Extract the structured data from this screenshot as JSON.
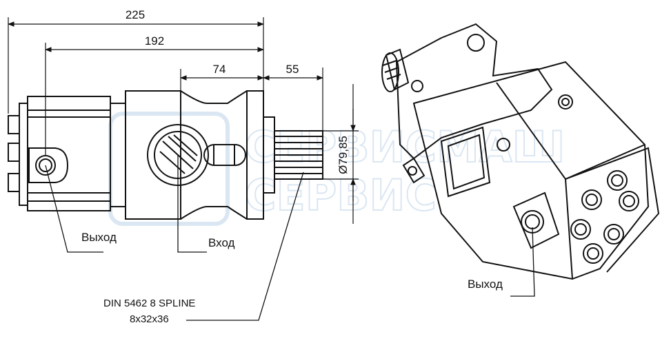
{
  "dimensions": {
    "overall_length": "225",
    "flange_to_outlet": "192",
    "flange_to_inlet": "74",
    "shaft_length": "55",
    "shaft_diameter": "Ø79,85"
  },
  "labels": {
    "outlet_left": "Выход",
    "inlet": "Вход",
    "outlet_right": "Выход",
    "spline_line1": "DIN 5462 8 SPLINE",
    "spline_line2": "8x32x36"
  },
  "watermark": {
    "line1": "СЕРВИСМАШ",
    "line2": "СЕРВИС"
  },
  "colors": {
    "line": "#111111",
    "watermark": "#bcd3e8"
  }
}
